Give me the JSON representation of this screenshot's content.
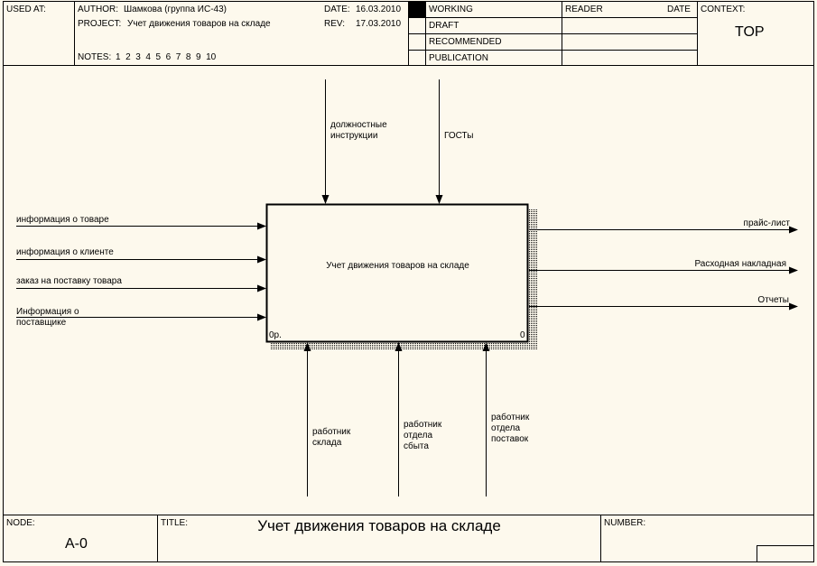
{
  "header": {
    "used_at_label": "USED AT:",
    "author_label": "AUTHOR:",
    "author_value": "Шамкова (группа ИС-43)",
    "project_label": "PROJECT:",
    "project_value": "Учет движения товаров на складе",
    "notes_label": "NOTES:",
    "notes_value": "1  2  3  4  5  6  7  8  9  10",
    "date_label": "DATE:",
    "date_value": "16.03.2010",
    "rev_label": "REV:",
    "rev_value": "17.03.2010",
    "status_items": [
      "WORKING",
      "DRAFT",
      "RECOMMENDED",
      "PUBLICATION"
    ],
    "reader_label": "READER",
    "reader_date_label": "DATE",
    "context_label": "CONTEXT:",
    "context_value": "TOP"
  },
  "diagram": {
    "box_title": "Учет движения товаров на складе",
    "box_cost": "0р.",
    "box_number": "0",
    "inputs": [
      "информация о товаре",
      "информация о клиенте",
      "заказ на поставку товара",
      "Информация о поставщике"
    ],
    "outputs": [
      "прайс-лист",
      "Расходная накладная",
      "Отчеты"
    ],
    "controls": [
      "должностные инструкции",
      "ГОСТы"
    ],
    "mechanisms": [
      "работник склада",
      "работник отдела сбыта",
      "работник отдела поставок"
    ]
  },
  "footer": {
    "node_label": "NODE:",
    "node_value": "А-0",
    "title_label": "TITLE:",
    "title_value": "Учет движения товаров на складе",
    "number_label": "NUMBER:"
  },
  "colors": {
    "background": "#fdf9ed",
    "line": "#000000",
    "working_fill": "#000000"
  }
}
